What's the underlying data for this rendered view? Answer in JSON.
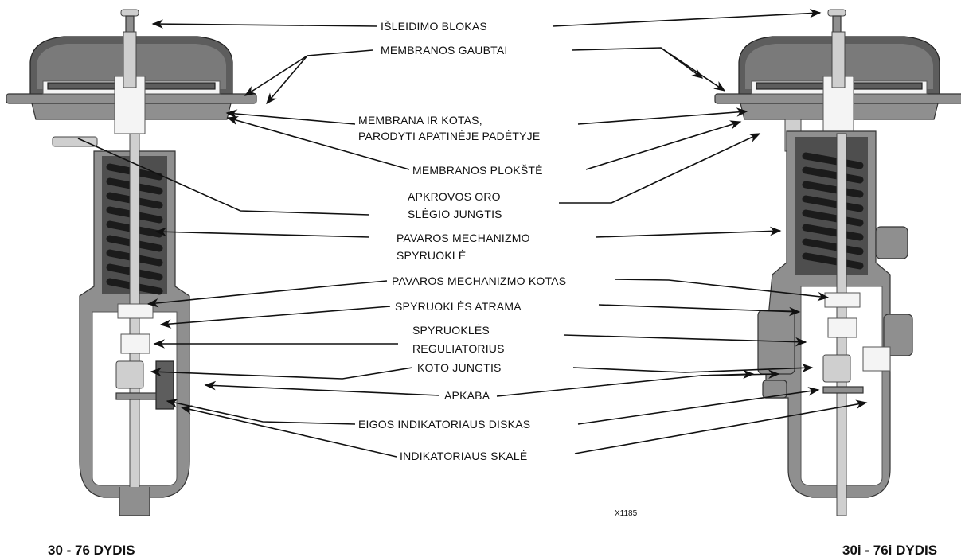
{
  "labels": {
    "vent": "IŠLEIDIMO BLOKAS",
    "diaphragm_casings": "MEMBRANOS GAUBTAI",
    "diaphragm_stem_1": "MEMBRANA IR KOTAS,",
    "diaphragm_stem_2": "PARODYTI APATINĖJE PADĖTYJE",
    "diaphragm_plate": "MEMBRANOS PLOKŠTĖ",
    "loading_conn_1": "APKROVOS ORO",
    "loading_conn_2": "SLĖGIO JUNGTIS",
    "actuator_spring_1": "PAVAROS  MECHANIZMO",
    "actuator_spring_2": "SPYRUOKLĖ",
    "actuator_stem": "PAVAROS MECHANIZMO KOTAS",
    "spring_seat": "SPYRUOKLĖS ATRAMA",
    "spring_adjustor_1": "SPYRUOKLĖS",
    "spring_adjustor_2": "REGULIATORIUS",
    "stem_connector": "KOTO JUNGTIS",
    "yoke": "APKABA",
    "travel_indicator_disk": "EIGOS INDIKATORIAUS DISKAS",
    "indicator_scale": "INDIKATORIAUS SKALĖ"
  },
  "captions": {
    "left": "30 - 76 DYDIS",
    "right": "30i - 76i DYDIS"
  },
  "drawing_code": "X1185",
  "colors": {
    "line": "#111111",
    "metal": "#8f8f8f",
    "spring": "#1b1b1b",
    "background": "#ffffff"
  }
}
